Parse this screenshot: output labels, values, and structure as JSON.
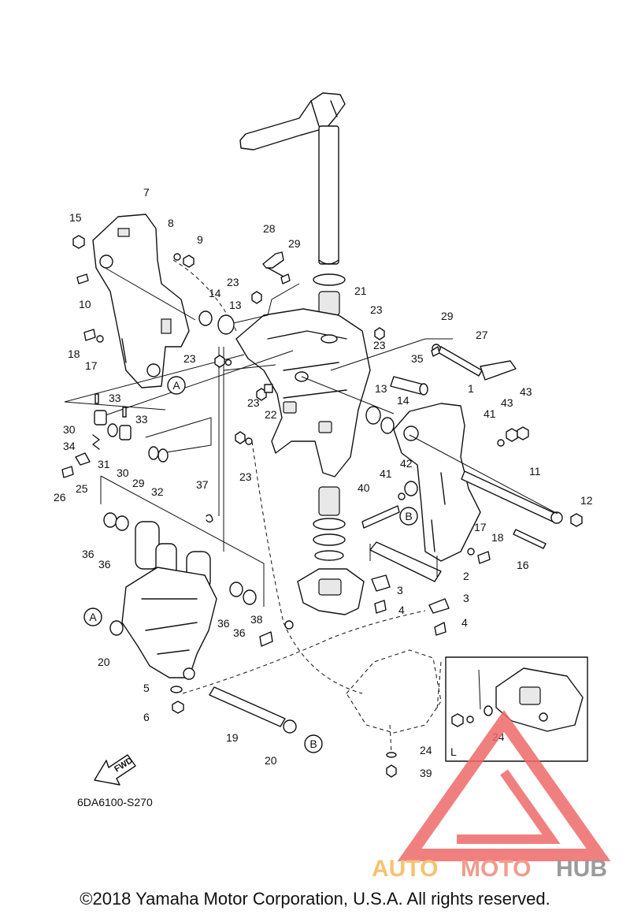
{
  "diagram": {
    "code": "6DA6100-S270",
    "fwd_label": "FWD",
    "circle_labels": [
      "A",
      "A",
      "B",
      "B"
    ],
    "inset_label": "L",
    "part_labels": [
      "1",
      "2",
      "3",
      "3",
      "4",
      "4",
      "5",
      "6",
      "7",
      "8",
      "9",
      "10",
      "11",
      "12",
      "13",
      "13",
      "14",
      "14",
      "15",
      "16",
      "17",
      "17",
      "18",
      "18",
      "19",
      "20",
      "20",
      "21",
      "22",
      "23",
      "23",
      "23",
      "23",
      "23",
      "23",
      "24",
      "24",
      "25",
      "26",
      "27",
      "28",
      "29",
      "29",
      "29",
      "30",
      "30",
      "31",
      "32",
      "33",
      "33",
      "34",
      "35",
      "36",
      "36",
      "36",
      "36",
      "37",
      "38",
      "39",
      "40",
      "41",
      "41",
      "42",
      "43",
      "43"
    ]
  },
  "watermark": {
    "text_a": "AUTO",
    "text_b": "MOTO",
    "text_c": "HUB",
    "color_a": "#f5b85a",
    "color_b": "#f08a7a",
    "color_c": "#8a8a8a",
    "triangle_color": "#ee6b6b"
  },
  "footer": {
    "copyright": "©2018 Yamaha Motor Corporation, U.S.A. All rights reserved."
  }
}
